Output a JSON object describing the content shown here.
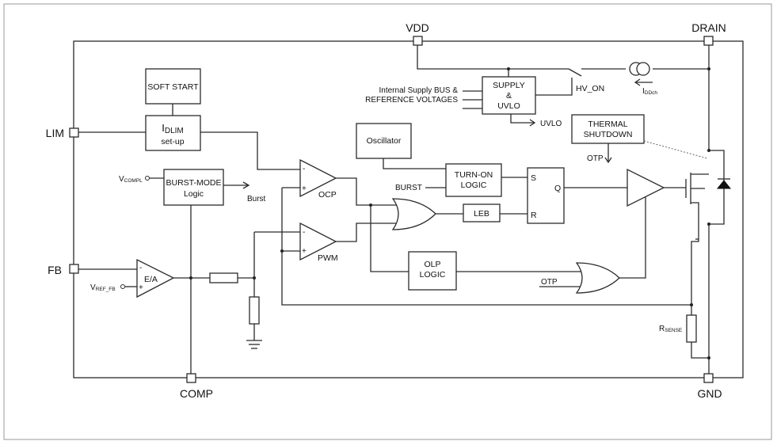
{
  "pins": {
    "vdd": "VDD",
    "drain": "DRAIN",
    "lim": "LIM",
    "fb": "FB",
    "comp": "COMP",
    "gnd": "GND"
  },
  "blocks": {
    "soft_start": "SOFT START",
    "idlim": {
      "main": "I",
      "sub": "DLIM",
      "line2": "set-up"
    },
    "burst_mode": {
      "line1": "BURST-MODE",
      "line2": "Logic"
    },
    "supply": {
      "line1": "SUPPLY",
      "line2": "&",
      "line3": "UVLO"
    },
    "oscillator": "Oscillator",
    "turn_on": {
      "line1": "TURN-ON",
      "line2": "LOGIC"
    },
    "leb": "LEB",
    "thermal": {
      "line1": "THERMAL",
      "line2": "SHUTDOWN"
    },
    "olp": {
      "line1": "OLP",
      "line2": "LOGIC"
    },
    "flipflop": {
      "s": "S",
      "r": "R",
      "q": "Q"
    }
  },
  "amps": {
    "ocp": "OCP",
    "pwm": "PWM",
    "ea": "E/A",
    "minus": "-",
    "plus": "+"
  },
  "signals": {
    "internal_supply": "Internal Supply BUS &",
    "reference_voltages": "REFERENCE VOLTAGES",
    "hv_on": "HV_ON",
    "uvlo": "UVLO",
    "otp_thermal": "OTP",
    "burst_in": "BURST",
    "burst_out": "Burst",
    "otp_gate": "OTP",
    "vcompl": {
      "main": "V",
      "sub": "COMPL"
    },
    "vref_fb": {
      "main": "V",
      "sub": "REF_FB"
    },
    "iddch": {
      "main": "I",
      "sub": "DDch"
    },
    "rsense": {
      "main": "R",
      "sub": "SENSE"
    }
  }
}
